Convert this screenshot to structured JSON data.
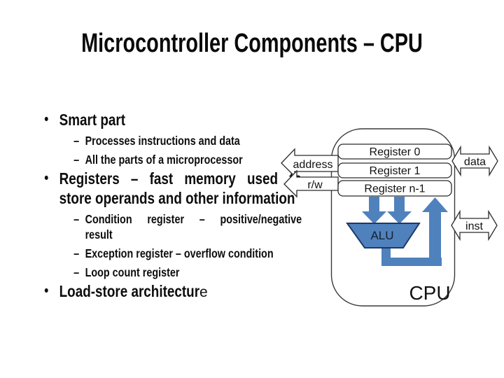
{
  "slide": {
    "title": "Microcontroller Components – CPU",
    "bullets": {
      "bullet_char": "•",
      "dash_char": "–",
      "items": [
        {
          "lines": [
            "Smart part"
          ]
        },
        {
          "lines": [
            "Processes instructions and data"
          ]
        },
        {
          "lines": [
            "All the parts of a microprocessor"
          ]
        },
        {
          "lines": [
            "Registers – fast memory used to",
            "store operands and other information"
          ]
        },
        {
          "lines": [
            "Condition register – positive/negative",
            "result"
          ]
        },
        {
          "lines": [
            "Exception register – overflow condition"
          ]
        },
        {
          "lines": [
            "Loop count register"
          ]
        },
        {
          "lines": [
            "Load-store architectur"
          ],
          "suffix": "e"
        }
      ]
    }
  },
  "diagram": {
    "registers": [
      "Register 0",
      "Register 1",
      "Register n-1"
    ],
    "alu_label": "ALU",
    "cpu_label": "CPU",
    "bus_labels": {
      "address": "address",
      "rw": "r/w",
      "data": "data",
      "inst": "inst"
    },
    "colors": {
      "arrow_blue": "#4f81bd",
      "alu_fill": "#4f81bd",
      "alu_border": "#1f3864",
      "outline": "#2b2b2b",
      "background": "#ffffff"
    }
  }
}
